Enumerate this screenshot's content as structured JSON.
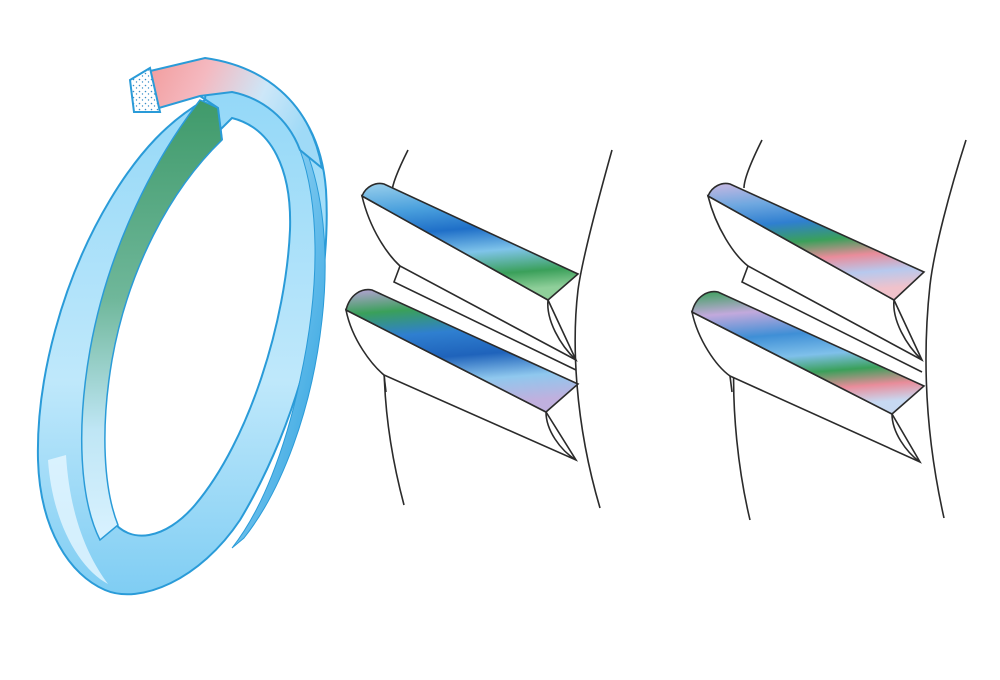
{
  "figure": {
    "panels": [
      {
        "id": "ring",
        "shape": "split-ring-with-tapered-section"
      },
      {
        "id": "teeth-left",
        "shape": "two-gear-teeth-cross-section"
      },
      {
        "id": "teeth-right",
        "shape": "two-gear-teeth-cross-section"
      }
    ]
  },
  "colors": {
    "background": "#ffffff",
    "outline": "#2b2b2b",
    "ring_face_light": "#cfeeff",
    "ring_face": "#7fd0f5",
    "ring_edge": "#2a9bd8",
    "ring_green": "#3f9a6a",
    "ring_red": "#f29a9a",
    "tooth_blue": "#2f7fd0",
    "tooth_green": "#3aa05a",
    "tooth_violet": "#a98fc8",
    "tooth_pink": "#e98c9a"
  }
}
